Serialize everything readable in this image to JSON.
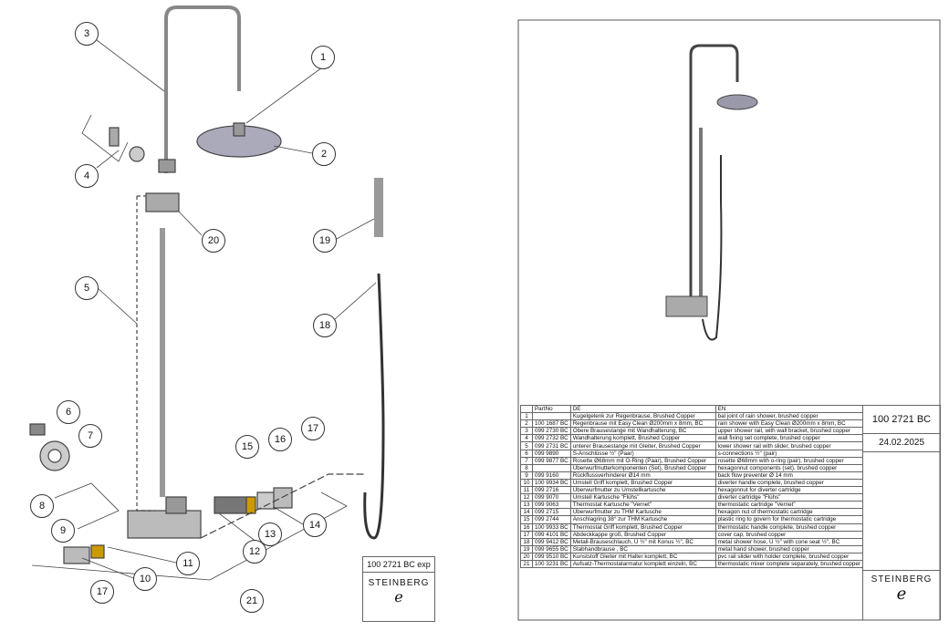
{
  "balloons": [
    "1",
    "2",
    "3",
    "4",
    "20",
    "5",
    "19",
    "18",
    "6",
    "7",
    "17",
    "16",
    "15",
    "8",
    "9",
    "14",
    "13",
    "12",
    "11",
    "10",
    "17",
    "21"
  ],
  "left_title": {
    "code": "100 2721 BC exp",
    "brand": "STEINBERG"
  },
  "table": {
    "headers": [
      "",
      "PartNo",
      "DE",
      "EN"
    ],
    "rows": [
      [
        "1",
        "",
        "Kugelgelenk zur Regenbrause, Brushed Copper",
        "bal joint of rain shower, brushed copper"
      ],
      [
        "2",
        "100 1687 BC",
        "Regenbrause mit Easy Clean Ø200mm x 8mm, BC",
        "rain shower with Easy Clean Ø200mm x 8mm, BC"
      ],
      [
        "3",
        "099 2730 BC",
        "Obere Brausestange mit Wandhalterung, BC",
        "upper shower rail, with wall bracket, brushed copper"
      ],
      [
        "4",
        "099 2732 BC",
        "Wandhalterung komplett, Brushed Copper",
        "wall fixing set complete, brushed copper"
      ],
      [
        "5",
        "099 2731 BC",
        "unterer Brausestange mit Gleiter, Brushed Copper",
        "lower shower rail with slider, brushed copper"
      ],
      [
        "6",
        "099 9890",
        "S-Anschlüsse ½\" (Paar)",
        "s-connections ½\" (pair)"
      ],
      [
        "7",
        "099 9877 BC",
        "Rosette Ø68mm mit O-Ring (Paar), Brushed Copper",
        "rosette Ø68mm with o-ring (pair), brushed copper"
      ],
      [
        "8",
        "",
        "Überwurfmutterkomponenten (Set), Brushed Copper",
        "hexagonnut components (set), brushed copper"
      ],
      [
        "9",
        "099 9160",
        "Rückflussverhinderer Ø14 mm",
        "back flow preventer Ø 14 mm"
      ],
      [
        "10",
        "100 9934 BC",
        "Umstell Griff komplett, Brushed Copper",
        "diverter handle complete, brushed copper"
      ],
      [
        "11",
        "099 2716",
        "Überwurfmutter zu Umstellkartusche",
        "hexagonnut for diverter cartridge"
      ],
      [
        "12",
        "099 9070",
        "Umstell Kartusche \"Flühs\"",
        "diverter cartridge \"Flühs\""
      ],
      [
        "13",
        "099 9063",
        "Thermostat Kartusche \"Vernet\"",
        "thermostatic cartridge \"Vernet\""
      ],
      [
        "14",
        "099 2715",
        "Überwurfmutter zu THM Kartusche",
        "hexagon nut of thermostatic cartridge"
      ],
      [
        "15",
        "099 2744",
        "Anschlagring 38° zur THM Kartusche",
        "plastic ring to govern for thermostatic cartridge"
      ],
      [
        "16",
        "100 9933 BC",
        "Thermostat Griff komplett, Brushed Copper",
        "thermostatic handle complete, brushed copper"
      ],
      [
        "17",
        "099 4101 BC",
        "Abdeckkappe groß, Brushed Copper",
        "cover cap, brushed copper"
      ],
      [
        "18",
        "099 9412 BC",
        "Metall-Brauseschlauch, Ü ½\" mit Konus ½\", BC",
        "metal shower hose, Ü ½\" with cone seat ½\", BC"
      ],
      [
        "19",
        "099 9655 BC",
        "Stabhandbrause , BC",
        "metal hand shower, brushed copper"
      ],
      [
        "20",
        "099 9510 BC",
        "Kunststoff Gleiter mit Halter komplett, BC",
        "pvc rail slider with holder complete, brushed copper"
      ],
      [
        "21",
        "100 3231 BC",
        "Aufsatz-Thermostatarmatur komplett einzeln, BC",
        "thermostatic mixer complete separately, brushed copper"
      ]
    ]
  },
  "title_block": {
    "code": "100 2721 BC",
    "date": "24.02.2025",
    "brand": "STEINBERG"
  }
}
